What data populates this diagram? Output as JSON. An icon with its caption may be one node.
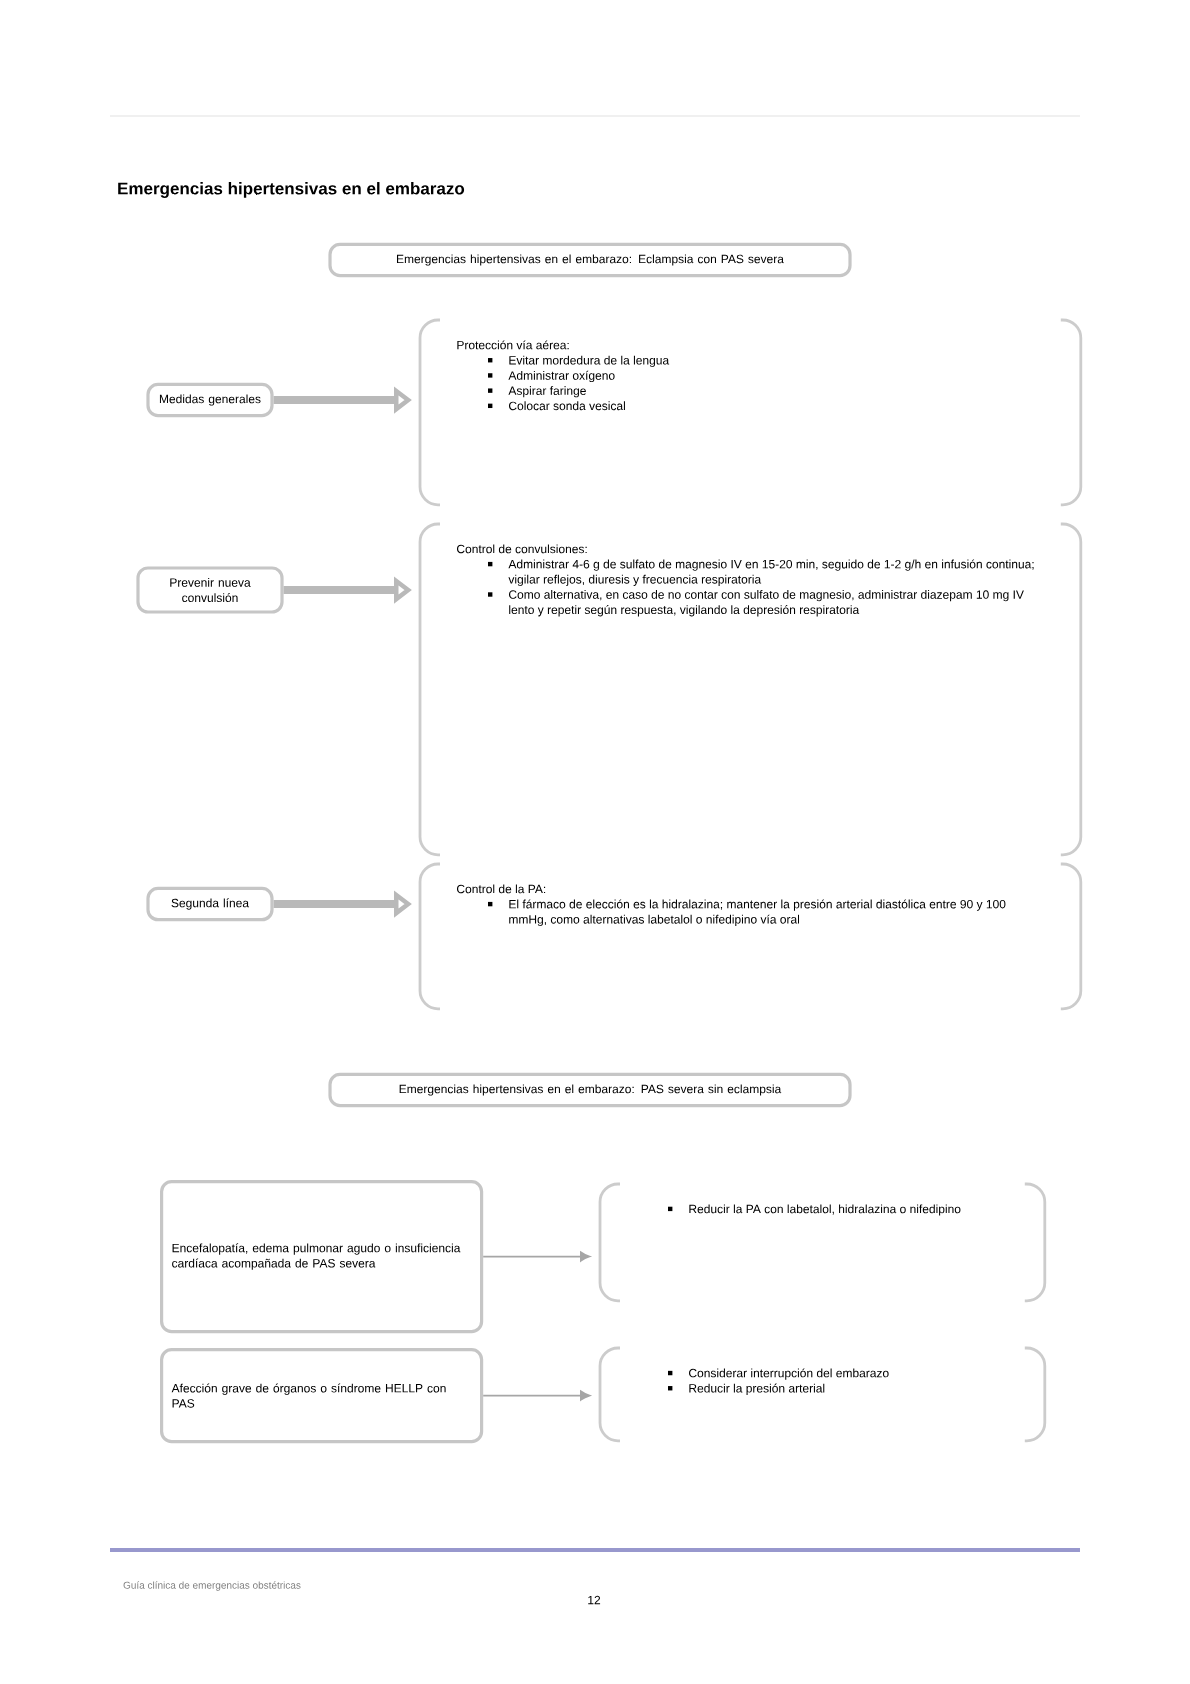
{
  "diagram": {
    "title": "Emergencias hipertensivas en el embarazo",
    "nodes": [
      {
        "text": [
          "Emergencias hipertensivas en el embarazo: Eclampsia con PAS severa"
        ]
      },
      {
        "text": [
          "Medidas generales"
        ]
      },
      {
        "text": [
          "Protección vía aérea:",
          "Evitar mordedura de la lengua",
          "Administrar oxígeno",
          "Aspirar faringe",
          "Colocar sonda vesical"
        ]
      },
      {
        "text": [
          "Prevenir nueva convulsión"
        ]
      },
      {
        "text": [
          "Control de convulsiones:",
          "Administrar 4-6 g de sulfato de magnesio IV en 15-20 min, seguido de 1-2 g/h en infusión continua; vigilar reflejos, diuresis y frecuencia respiratoria",
          "Como alternativa, en caso de no contar con sulfato de magnesio, administrar diazepam 10 mg IV lento y repetir según respuesta, vigilando la depresión respiratoria"
        ]
      },
      {
        "text": [
          "Segunda línea"
        ]
      },
      {
        "text": [
          "Control de la PA:",
          "El fármaco de elección es la hidralazina; mantener la presión arterial diastólica entre 90 y 100 mmHg, como alternativas labetalol o nifedipino vía oral"
        ]
      },
      {
        "text": [
          "Emergencias hipertensivas en el embarazo: PAS severa sin eclampsia"
        ]
      },
      {
        "text": [
          "Encefalopatía, edema pulmonar agudo o insuficiencia cardíaca acompañada de PAS severa"
        ]
      },
      {
        "text": [
          "Reducir la PA con labetalol, hidralazina o nifedipino"
        ]
      },
      {
        "text": [
          "Afección grave de órganos o síndrome HELLP con PAS"
        ]
      },
      {
        "text": [
          "Considerar interrupción del embarazo",
          "Reducir la presión arterial"
        ]
      }
    ],
    "edges": [
      {
        "from": 1,
        "to": 2,
        "arrow": "to"
      },
      {
        "from": 3,
        "to": 4,
        "arrow": "to"
      },
      {
        "from": 5,
        "to": 6,
        "arrow": "to"
      },
      {
        "from": 8,
        "to": 9,
        "arrow": "to"
      },
      {
        "from": 10,
        "to": 11,
        "arrow": "to"
      }
    ],
    "labels": [
      "Guía clínica de emergencias obstétricas",
      "12"
    ]
  }
}
